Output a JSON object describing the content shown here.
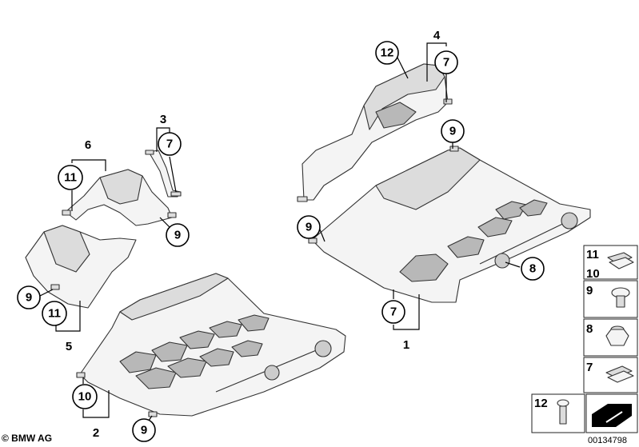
{
  "callouts": {
    "c12_top": "12",
    "c4": "4",
    "c7_top": "7",
    "c9_mid": "9",
    "c3": "3",
    "c7_bracket": "7",
    "c6": "6",
    "c11_left": "11",
    "c9_left_shield": "9",
    "c9_right": "9",
    "c8": "8",
    "c9_lower_left": "9",
    "c11_lower_left": "11",
    "c5": "5",
    "c7_lower_right": "7",
    "c1": "1",
    "c10_bottom": "10",
    "c2": "2",
    "c9_bottom": "9"
  },
  "legend": {
    "row1_a": "11",
    "row1_b": "10",
    "row2": "9",
    "row3": "8",
    "row4": "7",
    "row5": "12"
  },
  "footer": {
    "copyright": "© BMW AG",
    "part_code": "00134798"
  }
}
